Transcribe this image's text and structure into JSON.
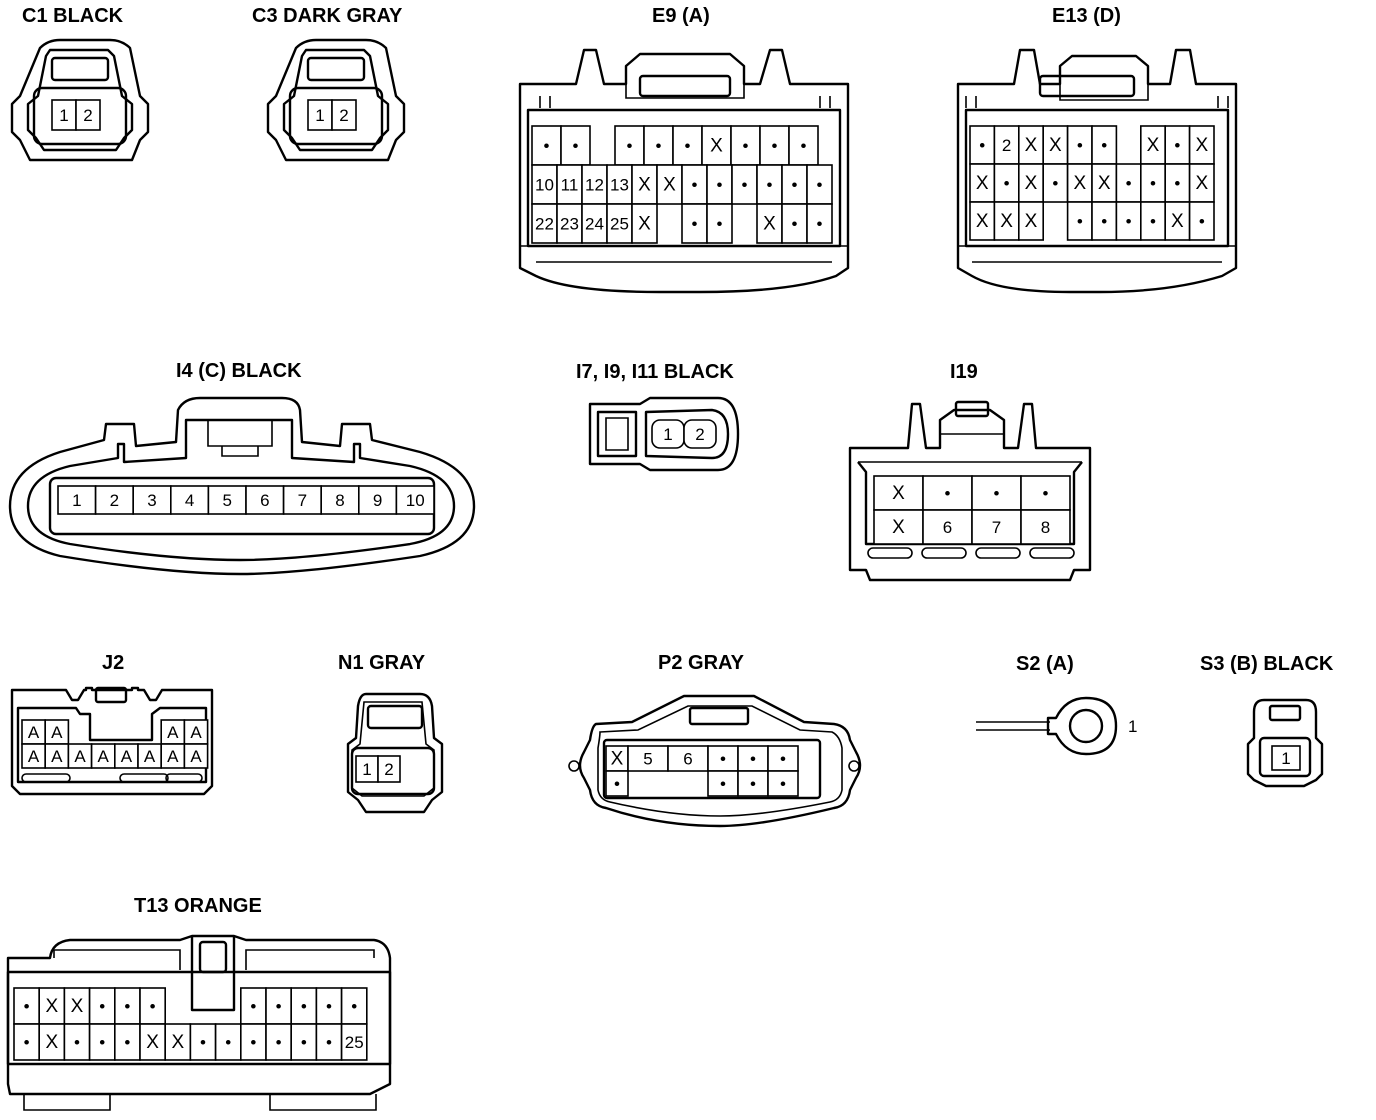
{
  "connectors": [
    {
      "id": "C1",
      "label": "C1  BLACK",
      "pins": [
        [
          "1",
          "2"
        ]
      ]
    },
    {
      "id": "C3",
      "label": "C3  DARK GRAY",
      "pins": [
        [
          "1",
          "2"
        ]
      ]
    },
    {
      "id": "E9",
      "label": "E9 (A)",
      "pins": [
        [
          "•",
          "•",
          "",
          "•",
          "•",
          "•",
          "X",
          "•",
          "•",
          "•"
        ],
        [
          "10",
          "11",
          "12",
          "13",
          "X",
          "X",
          "•",
          "•",
          "•",
          "•",
          "•",
          "•"
        ],
        [
          "22",
          "23",
          "24",
          "25",
          "X",
          "",
          "•",
          "•",
          "",
          "X",
          "•",
          "•"
        ]
      ]
    },
    {
      "id": "E13",
      "label": "E13 (D)",
      "pins": [
        [
          "•",
          "2",
          "X",
          "X",
          "•",
          "•",
          "",
          "X",
          "•",
          "X"
        ],
        [
          "X",
          "•",
          "X",
          "•",
          "X",
          "X",
          "•",
          "•",
          "•",
          "X"
        ],
        [
          "X",
          "X",
          "X",
          "",
          "•",
          "•",
          "•",
          "•",
          "X",
          "•"
        ]
      ]
    },
    {
      "id": "I4",
      "label": "I4 (C)  BLACK",
      "pins": [
        [
          "1",
          "2",
          "3",
          "4",
          "5",
          "6",
          "7",
          "8",
          "9",
          "10"
        ]
      ]
    },
    {
      "id": "I7",
      "label": "I7, I9, I11  BLACK",
      "pins": [
        [
          "1",
          "2"
        ]
      ]
    },
    {
      "id": "I19",
      "label": "I19",
      "pins": [
        [
          "X",
          "•",
          "•",
          "•"
        ],
        [
          "X",
          "6",
          "7",
          "8"
        ]
      ]
    },
    {
      "id": "J2",
      "label": "J2",
      "pins": [
        [
          "A",
          "A",
          "",
          "",
          "",
          "",
          "A",
          "A"
        ],
        [
          "A",
          "A",
          "A",
          "A",
          "A",
          "A",
          "A",
          "A"
        ]
      ]
    },
    {
      "id": "N1",
      "label": "N1  GRAY",
      "pins": [
        [
          "1",
          "2"
        ]
      ]
    },
    {
      "id": "P2",
      "label": "P2  GRAY",
      "pins": [
        [
          "X",
          "5",
          "6",
          "•",
          "•",
          "•"
        ],
        [
          "•",
          "",
          "",
          "•",
          "•",
          "•"
        ]
      ]
    },
    {
      "id": "S2",
      "label": "S2 (A)",
      "pins": [
        [
          "1"
        ]
      ]
    },
    {
      "id": "S3",
      "label": "S3 (B)  BLACK",
      "pins": [
        [
          "1"
        ]
      ]
    },
    {
      "id": "T13",
      "label": "T13  ORANGE",
      "pins": [
        [
          "•",
          "X",
          "X",
          "•",
          "•",
          "•",
          "",
          "",
          "",
          "•",
          "•",
          "•",
          "•",
          "•"
        ],
        [
          "•",
          "X",
          "•",
          "•",
          "•",
          "X",
          "X",
          "•",
          "•",
          "•",
          "•",
          "•",
          "•",
          "25"
        ]
      ]
    }
  ]
}
